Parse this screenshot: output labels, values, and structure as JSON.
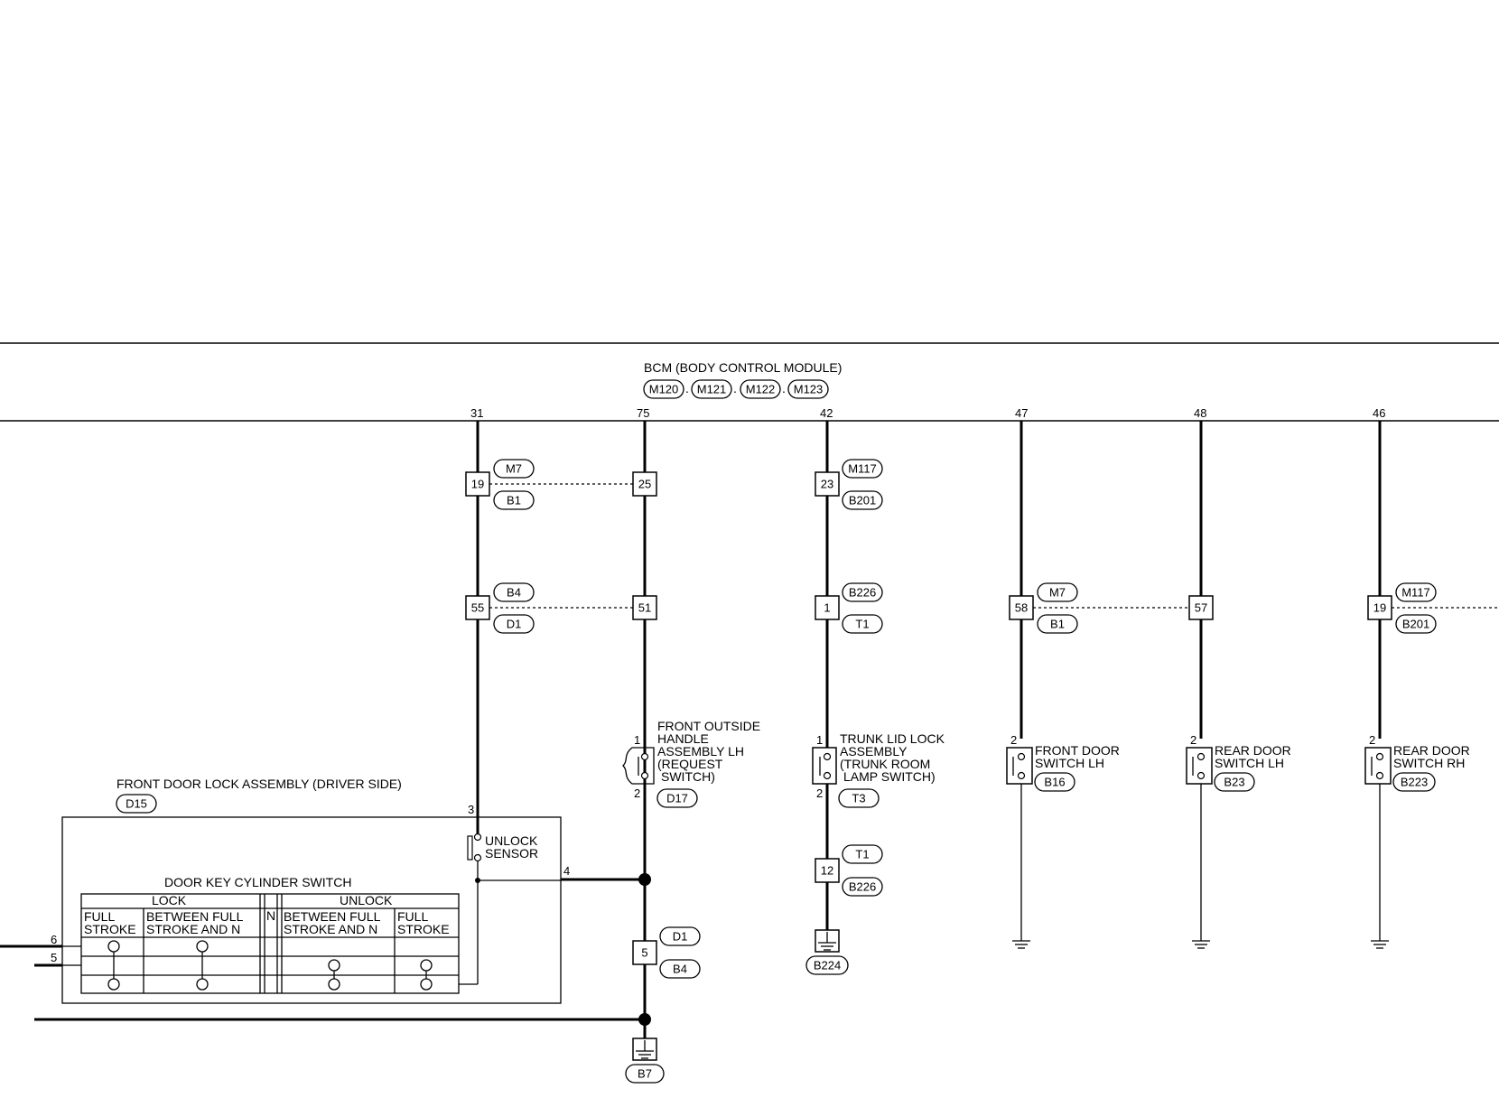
{
  "bcm": {
    "title": "BCM (BODY CONTROL MODULE)",
    "connectors": [
      "M120",
      "M121",
      "M122",
      "M123"
    ],
    "pins": [
      "31",
      "75",
      "42",
      "47",
      "48",
      "46"
    ]
  },
  "connectors_row1": {
    "c31": {
      "pin": "19",
      "top": "M7",
      "bottom": "B1"
    },
    "c75": {
      "pin": "25"
    },
    "c42": {
      "pin": "23",
      "top": "M117",
      "bottom": "B201"
    }
  },
  "connectors_row2": {
    "c31": {
      "pin": "55",
      "top": "B4",
      "bottom": "D1"
    },
    "c75": {
      "pin": "51"
    },
    "c42": {
      "pin": "1",
      "top": "B226",
      "bottom": "T1"
    },
    "c47": {
      "pin": "58",
      "top": "M7",
      "bottom": "B1"
    },
    "c48": {
      "pin": "57"
    },
    "c46": {
      "pin": "19",
      "top": "M117",
      "bottom": "B201"
    }
  },
  "front_outside_handle": {
    "lines": [
      "FRONT OUTSIDE",
      "HANDLE",
      "ASSEMBLY LH",
      "(REQUEST",
      "SWITCH)"
    ],
    "connector": "D17",
    "pin_top": "1",
    "pin_bottom": "2"
  },
  "trunk_lid": {
    "lines": [
      "TRUNK LID LOCK",
      "ASSEMBLY",
      "(TRUNK ROOM",
      "LAMP SWITCH)"
    ],
    "connector": "T3",
    "pin_top": "1",
    "pin_bottom": "2",
    "joint": {
      "pin": "12",
      "top": "T1",
      "bottom": "B226"
    },
    "ground": "B224"
  },
  "front_door_switch_lh": {
    "lines": [
      "FRONT DOOR",
      "SWITCH LH"
    ],
    "connector": "B16",
    "pin": "2"
  },
  "rear_door_switch_lh": {
    "lines": [
      "REAR DOOR",
      "SWITCH LH"
    ],
    "connector": "B23",
    "pin": "2"
  },
  "rear_door_switch_rh": {
    "lines": [
      "REAR DOOR",
      "SWITCH RH"
    ],
    "connector": "B223",
    "pin": "2"
  },
  "front_door_lock": {
    "title": "FRONT DOOR LOCK ASSEMBLY (DRIVER SIDE)",
    "connector": "D15",
    "unlock_sensor": [
      "UNLOCK",
      "SENSOR"
    ],
    "pin3": "3",
    "pin4": "4",
    "pin6": "6",
    "pin5": "5",
    "key_switch": {
      "title": "DOOR KEY CYLINDER SWITCH",
      "lock": "LOCK",
      "unlock": "UNLOCK",
      "n": "N",
      "col1": [
        "FULL",
        "STROKE"
      ],
      "col2": [
        "BETWEEN FULL",
        "STROKE AND N"
      ],
      "col4": [
        "BETWEEN FULL",
        "STROKE AND N"
      ],
      "col5": [
        "FULL",
        "STROKE"
      ]
    }
  },
  "bottom_joint": {
    "pin": "5",
    "top": "D1",
    "bottom": "B4"
  },
  "ground_b7": "B7"
}
